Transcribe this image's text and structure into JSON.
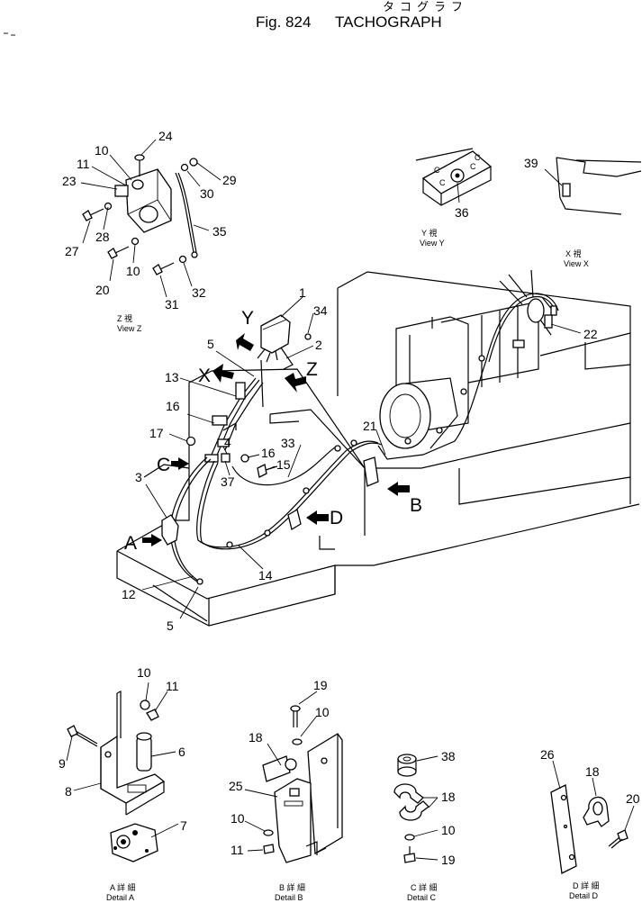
{
  "header": {
    "kana": "タコグラフ",
    "fig_label": "Fig. 824",
    "title": "TACHOGRAPH"
  },
  "callouts": {
    "c1": "1",
    "c2": "2",
    "c3": "3",
    "c4": "4",
    "c5a": "5",
    "c5b": "5",
    "c6": "6",
    "c7": "7",
    "c8": "8",
    "c9": "9",
    "c10z": "10",
    "c10za": "10",
    "c10a": "10",
    "c10b": "10",
    "c10c": "10",
    "c11z": "11",
    "c11a": "11",
    "c11b": "11",
    "c12": "12",
    "c13": "13",
    "c14": "14",
    "c15": "15",
    "c16a": "16",
    "c16b": "16",
    "c17": "17",
    "c18b": "18",
    "c18c": "18",
    "c18d": "18",
    "c19b": "19",
    "c19c": "19",
    "c20z": "20",
    "c20d": "20",
    "c21": "21",
    "c22": "22",
    "c23": "23",
    "c24": "24",
    "c25": "25",
    "c26": "26",
    "c27": "27",
    "c28": "28",
    "c29": "29",
    "c30": "30",
    "c31": "31",
    "c32": "32",
    "c33": "33",
    "c34": "34",
    "c35": "35",
    "c36": "36",
    "c37": "37",
    "c38": "38",
    "c39": "39"
  },
  "view_letters": {
    "x": "X",
    "y": "Y",
    "z": "Z",
    "a": "A",
    "b": "B",
    "c": "C",
    "d": "D"
  },
  "views": {
    "z_jp": "Z 視",
    "z_en": "View Z",
    "y_jp": "Y 視",
    "y_en": "View Y",
    "x_jp": "X 視",
    "x_en": "View X"
  },
  "details": {
    "a_jp": "A 詳 細",
    "a_en": "Detail A",
    "b_jp": "B 詳 細",
    "b_en": "Detail B",
    "c_jp": "C 詳 細",
    "c_en": "Detail C",
    "d_jp": "D 詳 細",
    "d_en": "Detail D"
  },
  "plate_marks": {
    "c1": "C",
    "c2": "C",
    "c3": "C",
    "c4": "C"
  }
}
